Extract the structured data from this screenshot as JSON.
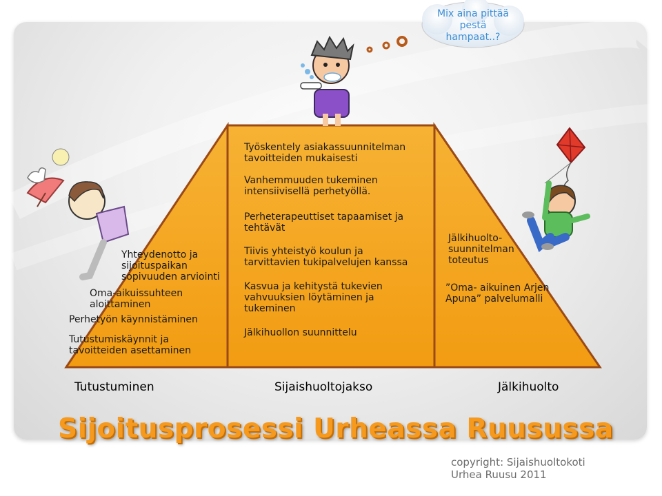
{
  "speech_bubble": {
    "text_lines": [
      "Mix aina  pittää",
      "pestä",
      "hampaat..?"
    ]
  },
  "left_section": {
    "items": [
      [
        "Yhteydenotto ja",
        "sijoituspaikan",
        "sopivuuden arviointi"
      ],
      [
        "Oma-aikuissuhteen",
        "aloittaminen"
      ],
      [
        "Perhetyön käynnistäminen"
      ],
      [
        "Tutustumiskäynnit ja",
        "tavoitteiden asettaminen"
      ]
    ]
  },
  "middle_section": {
    "items": [
      [
        "Työskentely asiakassuunnitelman",
        "tavoitteiden mukaisesti"
      ],
      [
        "Vanhemmuuden tukeminen",
        "intensiivisellä perhetyöllä."
      ],
      [
        "Perheterapeuttiset tapaamiset ja",
        "tehtävät"
      ],
      [
        "Tiivis yhteistyö koulun ja",
        "tarvittavien tukipalvelujen kanssa"
      ],
      [
        "Kasvua ja kehitystä tukevien",
        "vahvuuksien löytäminen ja",
        "tukeminen"
      ],
      [
        "Jälkihuollon suunnittelu"
      ]
    ]
  },
  "right_section": {
    "items": [
      [
        "Jälkihuolto-",
        "suunnitelman",
        "toteutus"
      ],
      [
        "”Oma- aikuinen Arjen",
        "Apuna” palvelumalli"
      ]
    ]
  },
  "stages": [
    "Tutustuminen",
    "Sijaishuoltojakso",
    "Jälkihuolto"
  ],
  "title": "Sijoitusprosessi Urheassa Ruusussa",
  "copyright": [
    "copyright: Sijaishuoltokoti",
    "Urhea Ruusu 2011"
  ],
  "colors": {
    "pyramid_fill": "#f4a51c",
    "pyramid_border": "#9b4a16",
    "title": "#f59a1e",
    "bubble_text": "#3d8fd6"
  }
}
